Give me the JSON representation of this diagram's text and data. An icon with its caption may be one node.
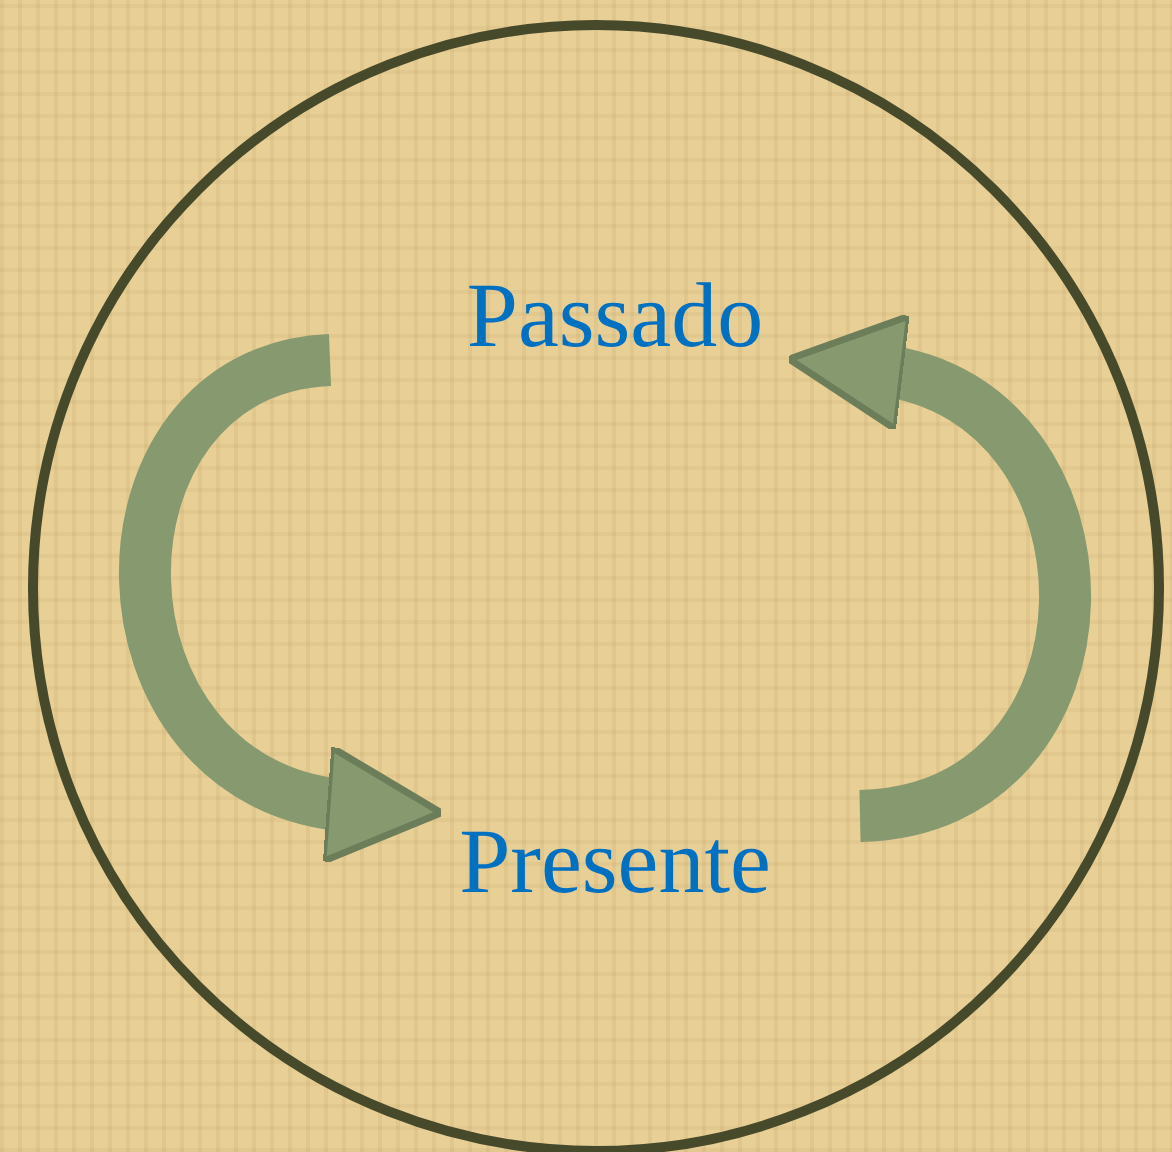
{
  "diagram": {
    "nodes": [
      {
        "text": [],
        "shape": "circle"
      },
      {
        "text": [
          "Passado"
        ],
        "in": 0
      },
      {
        "text": [
          "Presente"
        ],
        "in": 0
      }
    ],
    "edges": [
      {
        "from": 1,
        "to": 2,
        "arrow": "to"
      },
      {
        "from": 2,
        "to": 1,
        "arrow": "to"
      }
    ]
  }
}
